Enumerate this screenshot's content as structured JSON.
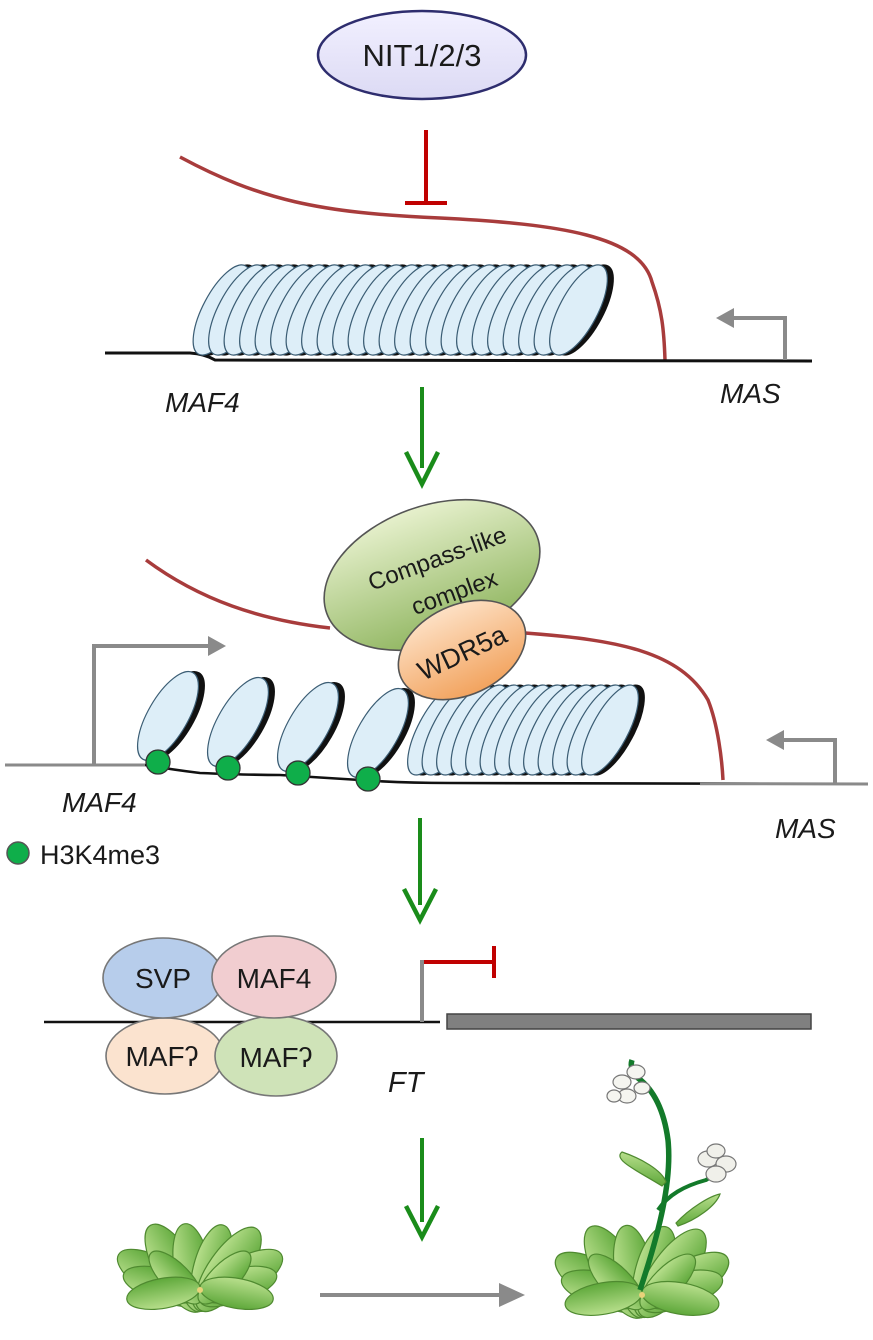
{
  "nit_label": "NIT1/2/3",
  "panel1": {
    "gene_left": "MAF4",
    "gene_right": "MAS"
  },
  "panel2": {
    "complex_line1": "Compass-like",
    "complex_line2": "complex",
    "wdr_label": "WDR5a",
    "gene_left": "MAF4",
    "gene_right": "MAS",
    "legend_label": "H3K4me3"
  },
  "panel3": {
    "svp_label": "SVP",
    "maf4_label": "MAF4",
    "maf_q1_label": "MAFʔ",
    "maf_q2_label": "MAFʔ",
    "ft_label": "FT"
  },
  "colors": {
    "repress_red": "#c00000",
    "activate_green": "#1a8c1a",
    "rna_brown": "#a83c3c",
    "nucleosome_fill": "#ddeef8",
    "h3k4me3_green": "#0fae4a",
    "gray_arrow": "#8a8a8a"
  }
}
